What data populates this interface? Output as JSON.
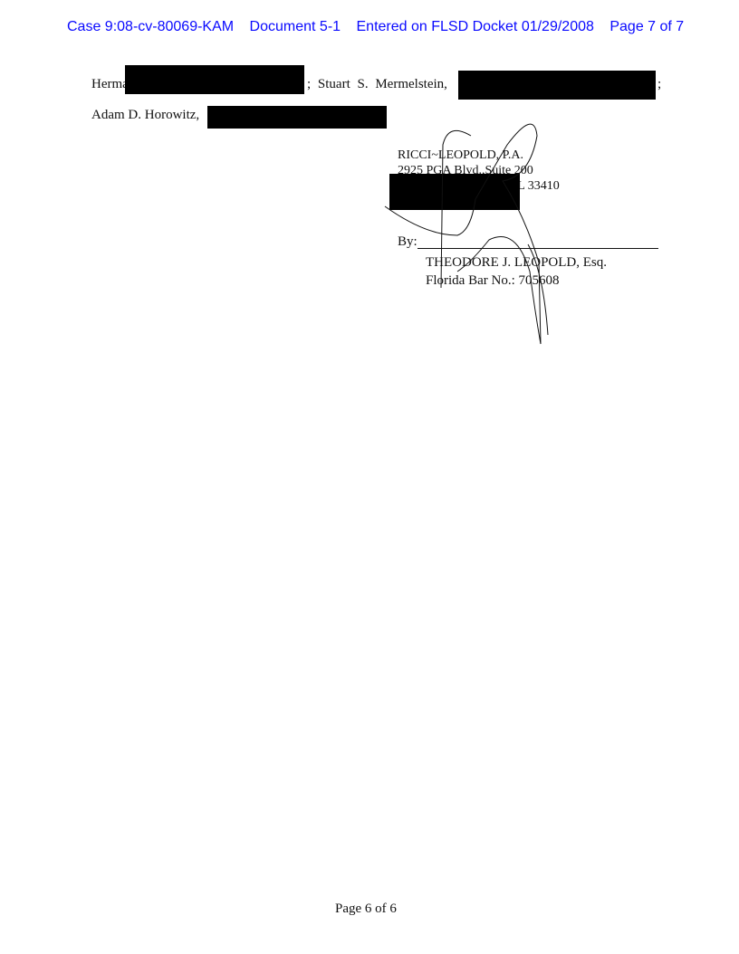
{
  "header": {
    "case": "Case 9:08-cv-80069-KAM",
    "document": "Document 5-1",
    "entered": "Entered on FLSD Docket 01/29/2008",
    "page": "Page 7 of 7"
  },
  "service_list": {
    "name1": "Herman",
    "sep1": "; Stuart S. Mermelstein,",
    "sep2": ";",
    "name3": "Adam D. Horowitz,"
  },
  "signature_block": {
    "firm": "RICCI~LEOPOLD, P.A.",
    "address1": "2925 PGA Blvd.,Suite 200",
    "address2": "Palm Beach Gardens, FL  33410",
    "by_label": "By:",
    "attorney": "THEODORE J. LEOPOLD, Esq.",
    "bar_no": "Florida Bar No.: 705608"
  },
  "footer": {
    "page": "Page 6 of 6"
  }
}
